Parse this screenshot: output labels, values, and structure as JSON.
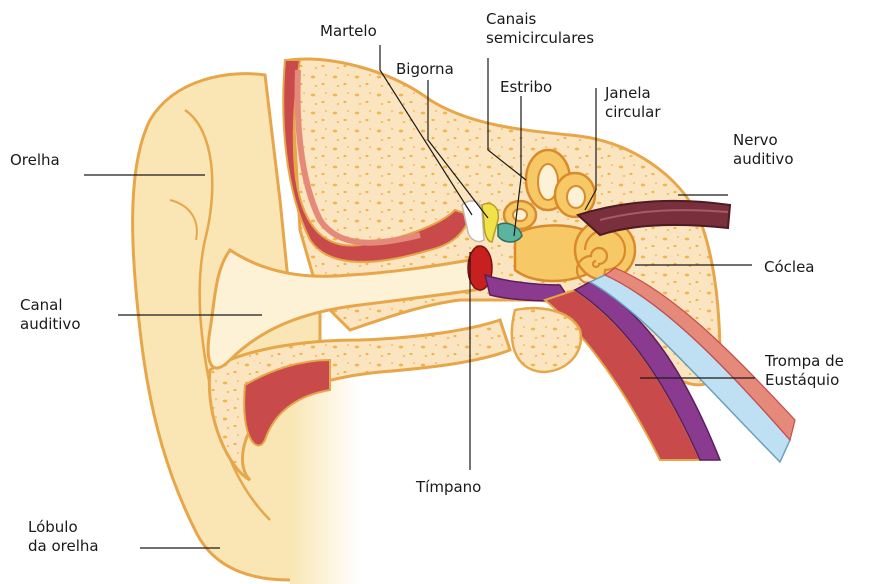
{
  "diagram": {
    "labels": {
      "orelha": "Orelha",
      "canal_line1": "Canal",
      "canal_line2": "auditivo",
      "lobulo_line1": "Lóbulo",
      "lobulo_line2": "da orelha",
      "martelo": "Martelo",
      "bigorna": "Bigorna",
      "canais_line1": "Canais",
      "canais_line2": "semicirculares",
      "estribo": "Estribo",
      "janela_line1": "Janela",
      "janela_line2": "circular",
      "nervo_line1": "Nervo",
      "nervo_line2": "auditivo",
      "coclea": "Cóclea",
      "trompa_line1": "Trompa de",
      "trompa_line2": "Eustáquio",
      "timpano": "Tímpano"
    },
    "colors": {
      "skin": "#f9e6b4",
      "skin_edge": "#e7a64a",
      "bone": "#fbe5c0",
      "bone_speckle": "#f0b64a",
      "muscle": "#c94a4a",
      "muscle_light": "#e58a7a",
      "cochlea": "#f7c866",
      "nerve": "#7a2f3c",
      "tube_blue": "#bfdff2",
      "tube_purple": "#8a3b8f",
      "eardrum_red": "#c8201e"
    }
  }
}
